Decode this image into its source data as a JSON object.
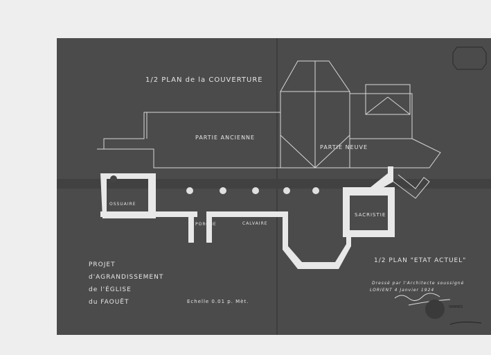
{
  "drawing": {
    "roof_plan_title": "1/2 PLAN de la COUVERTURE",
    "old_part_label": "PARTIE ANCIENNE",
    "new_part_label": "PARTIE NEUVE",
    "ossuary_label": "OSSUAIRE",
    "porch_label": "PORCHE",
    "calvary_label": "CALVAIRE",
    "sacristy_label": "SACRISTIE",
    "current_plan_title": "1/2 PLAN \"ETAT ACTUEL\"",
    "project_title": [
      "PROJET",
      "d'AGRANDISSEMENT",
      "de l'ÉGLISE",
      "du FAOUËT"
    ],
    "scale_label": "Echelle 0.01 p. Mèt.",
    "drawn_by": "Dressé par l'Architecte soussigné",
    "place_date": "LORIENT 4 Janvier 1924",
    "stamp_city": "VANNES"
  },
  "colors": {
    "paper": "#4a4a4a",
    "lines": "#e0e0e0",
    "background": "#eeeeee"
  }
}
